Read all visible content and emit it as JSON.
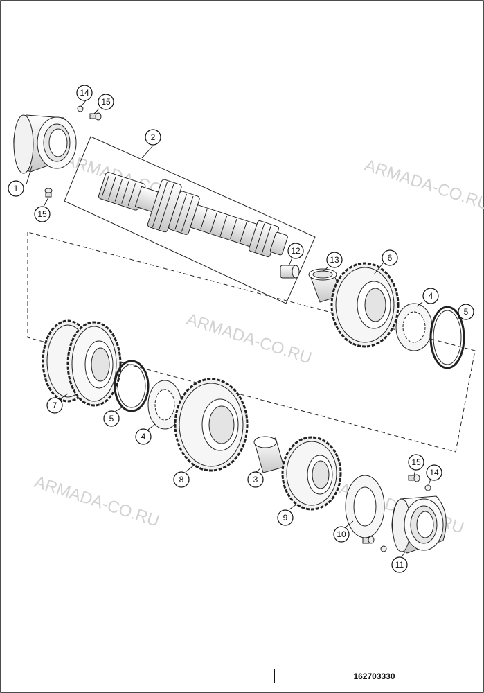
{
  "watermark": "ARMADA-CO.RU",
  "drawing_number": "162703330",
  "callouts": [
    "1",
    "2",
    "3",
    "4",
    "4",
    "5",
    "5",
    "6",
    "7",
    "8",
    "9",
    "10",
    "11",
    "12",
    "13",
    "14",
    "14",
    "15",
    "15",
    "15"
  ],
  "colors": {
    "line": "#222222",
    "gear_fill": "#f2f2f2",
    "watermark": "#d2d2d2"
  }
}
